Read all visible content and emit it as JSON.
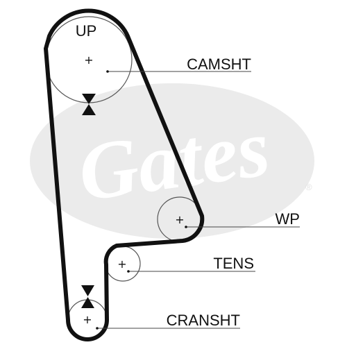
{
  "watermark": {
    "brand": "Gates",
    "registered_mark": "®"
  },
  "labels": {
    "up": "UP",
    "camshaft": "CAMSHT",
    "water_pump": "WP",
    "tensioner": "TENS",
    "crankshaft": "CRANSHT"
  },
  "center_mark": "+",
  "colors": {
    "belt": "#111111",
    "pulley_outline": "#555555",
    "leader_line": "#444444",
    "watermark": "#ebebeb",
    "timing_mark": "#111111"
  }
}
